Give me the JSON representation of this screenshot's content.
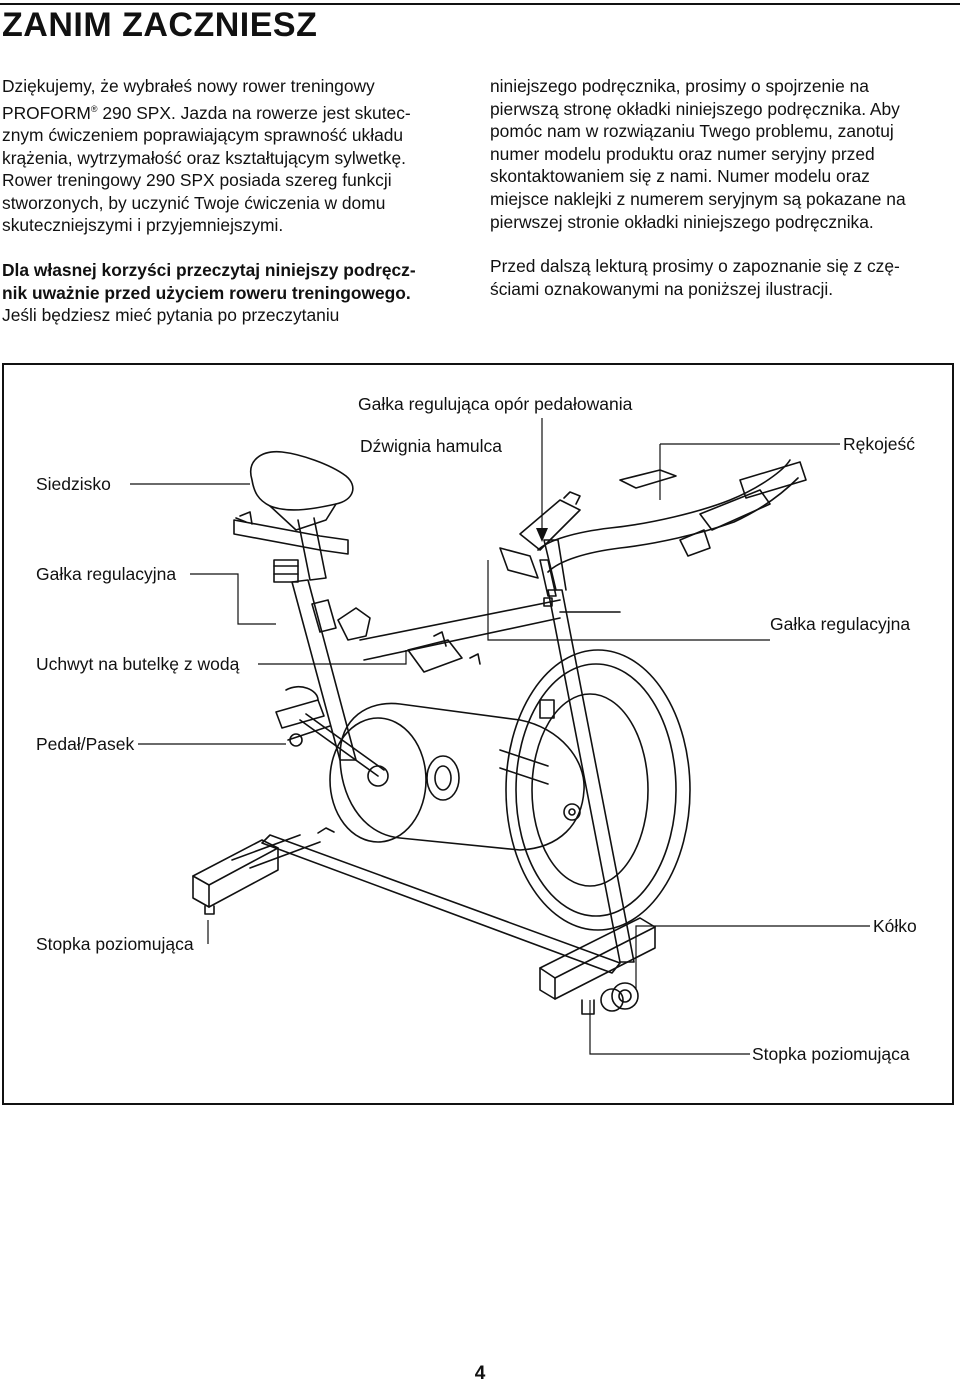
{
  "page": {
    "title": "ZANIM ZACZNIESZ",
    "page_number": "4"
  },
  "left_column": {
    "paragraph_1": [
      "Dziękujemy, że wybrałeś nowy rower treningowy",
      "PROFORM",
      " 290 SPX. Jazda na rowerze jest skutec-",
      "znym ćwiczeniem poprawiającym sprawność układu",
      "krążenia, wytrzymałość oraz kształtującym sylwetkę.",
      "Rower treningowy 290 SPX posiada szereg funkcji",
      "stworzonych, by uczynić Twoje ćwiczenia w domu",
      "skuteczniejszymi i przyjemniejszymi."
    ],
    "registered_mark": "®",
    "bold_lines": [
      "Dla własnej korzyści przeczytaj niniejszy podręcz-",
      "nik uważnie przed użyciem roweru treningowego."
    ],
    "after_bold": "Jeśli będziesz mieć pytania po przeczytaniu"
  },
  "right_column": {
    "paragraph_1": [
      "niniejszego podręcznika, prosimy o spojrzenie na",
      "pierwszą stronę okładki niniejszego podręcznika. Aby",
      "pomóc nam w rozwiązaniu Twego problemu, zanotuj",
      "numer modelu produktu oraz numer seryjny przed",
      "skontaktowaniem się z nami. Numer modelu oraz",
      "miejsce naklejki z numerem seryjnym są pokazane na",
      "pierwszej stronie okładki niniejszego podręcznika."
    ],
    "paragraph_2": [
      "Przed dalszą lekturą prosimy o zapoznanie się z czę-",
      "ściami oznakowanymi na poniższej ilustracji."
    ]
  },
  "diagram": {
    "labels": {
      "resistance_knob": "Gałka regulująca opór pedałowania",
      "brake_lever": "Dźwignia hamulca",
      "handlebar": "Rękojeść",
      "seat": "Siedzisko",
      "adjust_knob_left": "Gałka regulacyjna",
      "adjust_knob_right": "Gałka regulacyjna",
      "bottle_holder": "Uchwyt na butelkę z wodą",
      "pedal_strap": "Pedał/Pasek",
      "leveling_foot_left": "Stopka poziomująca",
      "wheel": "Kółko",
      "leveling_foot_bottom": "Stopka poziomująca"
    }
  }
}
